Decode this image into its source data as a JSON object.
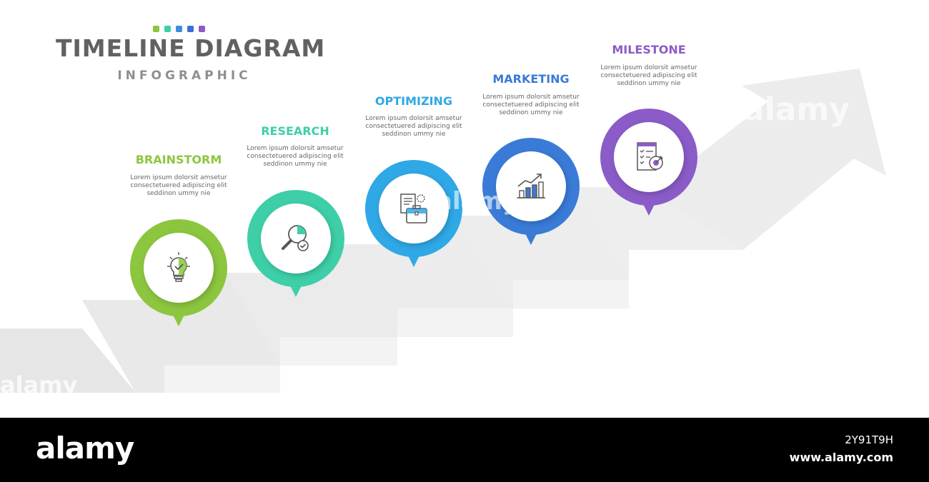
{
  "header": {
    "title": "TIMELINE DIAGRAM",
    "subtitle": "INFOGRAPHIC",
    "dot_colors": [
      "#8cc63f",
      "#3ecfa8",
      "#3a8fd8",
      "#3a6fd8",
      "#8b5cc8"
    ]
  },
  "steps": [
    {
      "heading": "BRAINSTORM",
      "color": "#8cc63f",
      "icon": "lightbulb-icon",
      "desc": [
        "Lorem ipsum dolorsit amsetur",
        "consectetuered adipiscing elit",
        "seddinon ummy nie"
      ]
    },
    {
      "heading": "RESEARCH",
      "color": "#3ecfa8",
      "icon": "magnifier-check-icon",
      "desc": [
        "Lorem ipsum dolorsit amsetur",
        "consectetuered adipiscing elit",
        "seddinon ummy nie"
      ]
    },
    {
      "heading": "OPTIMIZING",
      "color": "#2fa8e6",
      "icon": "briefcase-document-icon",
      "desc": [
        "Lorem ipsum dolorsit amsetur",
        "consectetuered adipiscing elit",
        "seddinon ummy nie"
      ]
    },
    {
      "heading": "MARKETING",
      "color": "#3a7bd8",
      "icon": "growth-chart-icon",
      "desc": [
        "Lorem ipsum dolorsit amsetur",
        "consectetuered adipiscing elit",
        "seddinon ummy nie"
      ]
    },
    {
      "heading": "MILESTONE",
      "color": "#8b5cc8",
      "icon": "checklist-target-icon",
      "desc": [
        "Lorem ipsum dolorsit amsetur",
        "consectetuered adipiscing elit",
        "seddinon ummy nie"
      ]
    }
  ],
  "watermark": {
    "text": "alamy"
  },
  "footer": {
    "logo": "alamy",
    "image_id": "2Y91T9H",
    "url": "www.alamy.com"
  }
}
